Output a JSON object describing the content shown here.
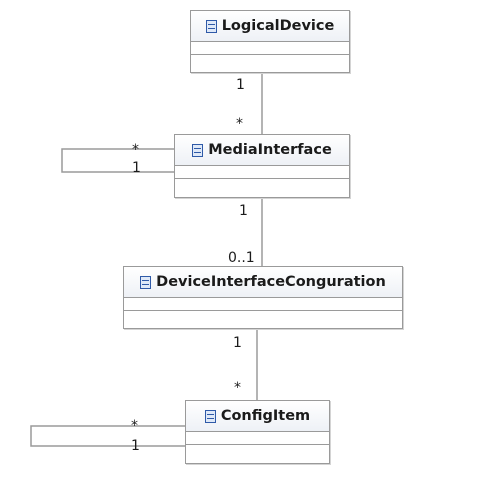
{
  "diagram": {
    "classes": [
      {
        "id": "logical-device",
        "name": "LogicalDevice",
        "icon": "class-icon"
      },
      {
        "id": "media-interface",
        "name": "MediaInterface",
        "icon": "class-icon"
      },
      {
        "id": "device-interface-conguration",
        "name": "DeviceInterfaceConguration",
        "icon": "class-icon"
      },
      {
        "id": "config-item",
        "name": "ConfigItem",
        "icon": "class-icon"
      }
    ],
    "associations": [
      {
        "from": "LogicalDevice",
        "to": "MediaInterface",
        "from_multiplicity": "1",
        "to_multiplicity": "*"
      },
      {
        "from": "MediaInterface",
        "to": "MediaInterface",
        "from_multiplicity": "1",
        "to_multiplicity": "*"
      },
      {
        "from": "MediaInterface",
        "to": "DeviceInterfaceConguration",
        "from_multiplicity": "1",
        "to_multiplicity": "0..1"
      },
      {
        "from": "DeviceInterfaceConguration",
        "to": "ConfigItem",
        "from_multiplicity": "1",
        "to_multiplicity": "*"
      },
      {
        "from": "ConfigItem",
        "to": "ConfigItem",
        "from_multiplicity": "1",
        "to_multiplicity": "*"
      }
    ],
    "line_color": "#9a9a9a",
    "border_color": "#9a9a9a",
    "icon_color": "#2f5aa8"
  }
}
